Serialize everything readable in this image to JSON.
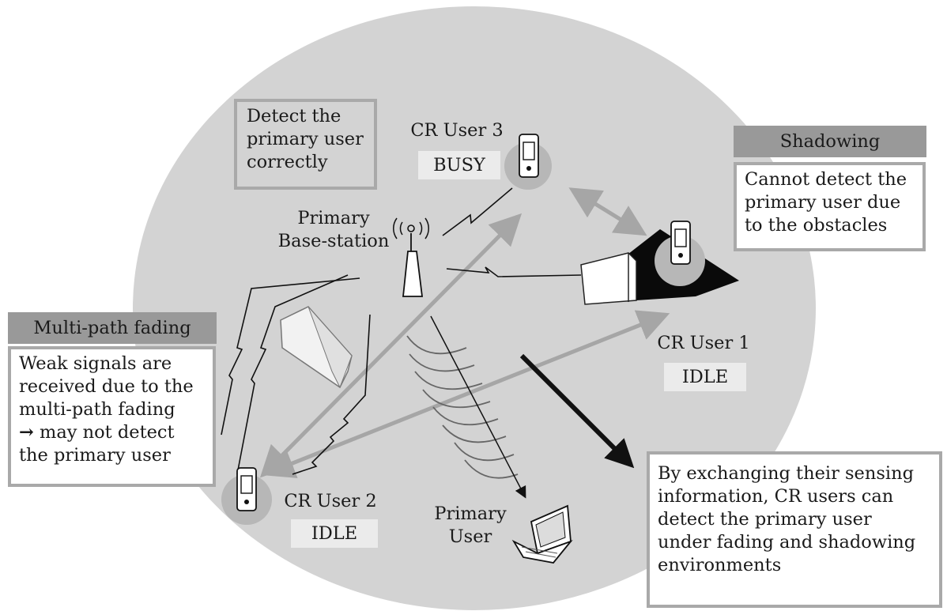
{
  "callouts": {
    "detect": "Detect the\nprimary user\ncorrectly",
    "shadowing_title": "Shadowing",
    "shadowing_text": "Cannot detect the\nprimary user due\nto the obstacles",
    "multipath_title": "Multi-path fading",
    "multipath_text": "Weak signals are\nreceived due to the\nmulti-path fading",
    "multipath_arrow": "→",
    "multipath_text2": " may not detect\nthe primary user",
    "exchange": "By exchanging their sensing\ninformation, CR users can\ndetect the primary user\nunder fading and shadowing\nenvironments"
  },
  "nodes": {
    "base_station": "Primary\nBase-station",
    "cr3": "CR User 3",
    "cr3_status": "BUSY",
    "cr1": "CR User 1",
    "cr1_status": "IDLE",
    "cr2": "CR User 2",
    "cr2_status": "IDLE",
    "primary_user": "Primary\nUser"
  },
  "colors": {
    "coverage": "#d3d3d3",
    "arrow": "#a6a6a6",
    "header": "#999999",
    "box_border": "#a9a9a9"
  }
}
